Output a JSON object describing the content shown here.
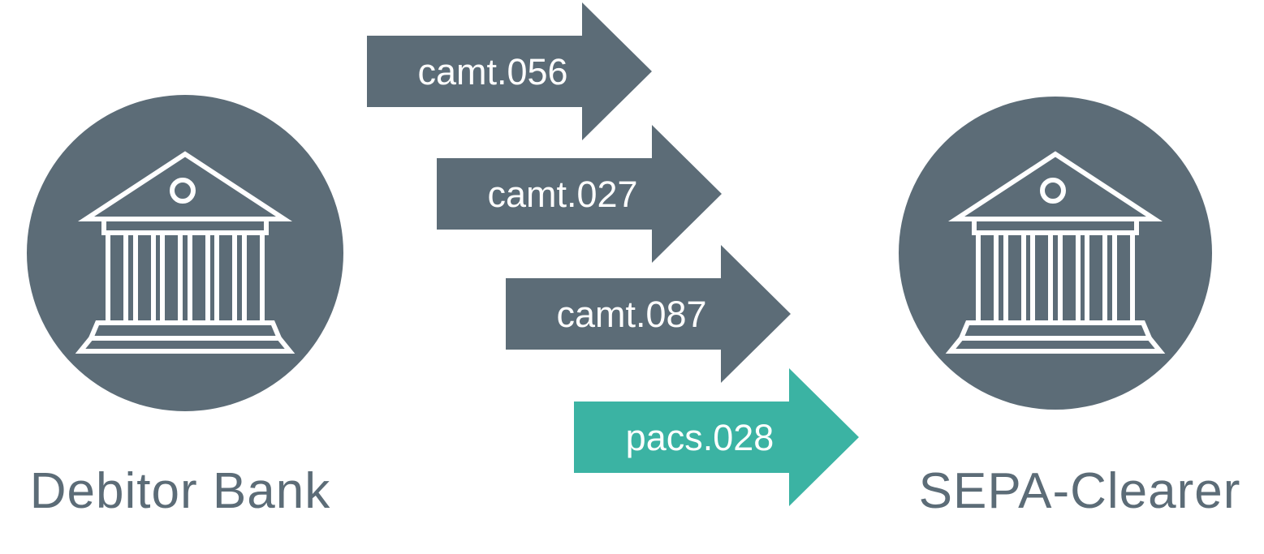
{
  "diagram": {
    "type": "message-flow",
    "colors": {
      "slate": "#5C6C77",
      "teal": "#3BB3A3",
      "icon_stroke": "#FFFFFF",
      "arrow_label_text": "#FFFFFF",
      "entity_label_text": "#5C6C77"
    },
    "entities": [
      {
        "name": "Debitor Bank",
        "icon": "bank-icon"
      },
      {
        "name": "SEPA-Clearer",
        "icon": "bank-icon"
      }
    ],
    "messages": [
      {
        "label": "camt.056",
        "color": "#5C6C77",
        "direction": "right"
      },
      {
        "label": "camt.027",
        "color": "#5C6C77",
        "direction": "right"
      },
      {
        "label": "camt.087",
        "color": "#5C6C77",
        "direction": "right"
      },
      {
        "label": "pacs.028",
        "color": "#3BB3A3",
        "direction": "right"
      }
    ]
  }
}
